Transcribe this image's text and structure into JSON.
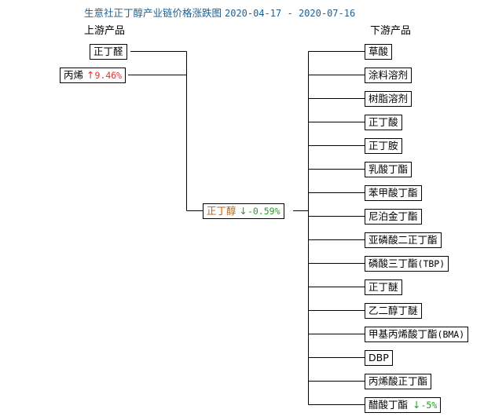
{
  "title": {
    "text": "生意社正丁醇产业链价格涨跌图",
    "start_date": "2020-04-17",
    "separator": "-",
    "end_date": "2020-07-16"
  },
  "upstream_header": "上游产品",
  "downstream_header": "下游产品",
  "upstream": [
    {
      "name": "正丁醛",
      "arrow": "",
      "change": ""
    },
    {
      "name": "丙烯",
      "arrow": "↑",
      "change": "9.46%"
    }
  ],
  "center": {
    "name": "正丁醇",
    "arrow": "↓",
    "change": "-0.59%"
  },
  "downstream": [
    {
      "name": "草酸",
      "suffix": "",
      "arrow": "",
      "change": ""
    },
    {
      "name": "涂料溶剂",
      "suffix": "",
      "arrow": "",
      "change": ""
    },
    {
      "name": "树脂溶剂",
      "suffix": "",
      "arrow": "",
      "change": ""
    },
    {
      "name": "正丁酸",
      "suffix": "",
      "arrow": "",
      "change": ""
    },
    {
      "name": "正丁胺",
      "suffix": "",
      "arrow": "",
      "change": ""
    },
    {
      "name": "乳酸丁酯",
      "suffix": "",
      "arrow": "",
      "change": ""
    },
    {
      "name": "苯甲酸丁酯",
      "suffix": "",
      "arrow": "",
      "change": ""
    },
    {
      "name": "尼泊金丁酯",
      "suffix": "",
      "arrow": "",
      "change": ""
    },
    {
      "name": "亚磷酸二正丁酯",
      "suffix": "",
      "arrow": "",
      "change": ""
    },
    {
      "name": "磷酸三丁酯",
      "suffix": "(TBP)",
      "arrow": "",
      "change": ""
    },
    {
      "name": "正丁醚",
      "suffix": "",
      "arrow": "",
      "change": ""
    },
    {
      "name": "乙二醇丁醚",
      "suffix": "",
      "arrow": "",
      "change": ""
    },
    {
      "name": "甲基丙烯酸丁酯",
      "suffix": "(BMA)",
      "arrow": "",
      "change": ""
    },
    {
      "name": "DBP",
      "suffix": "",
      "arrow": "",
      "change": ""
    },
    {
      "name": "丙烯酸正丁酯",
      "suffix": "",
      "arrow": "",
      "change": ""
    },
    {
      "name": "醋酸丁酯",
      "suffix": "",
      "arrow": "↓",
      "change": "-5%"
    }
  ],
  "colors": {
    "title": "#1f5f8f",
    "up": "#e03030",
    "down": "#22a022",
    "center_name": "#c06000"
  }
}
